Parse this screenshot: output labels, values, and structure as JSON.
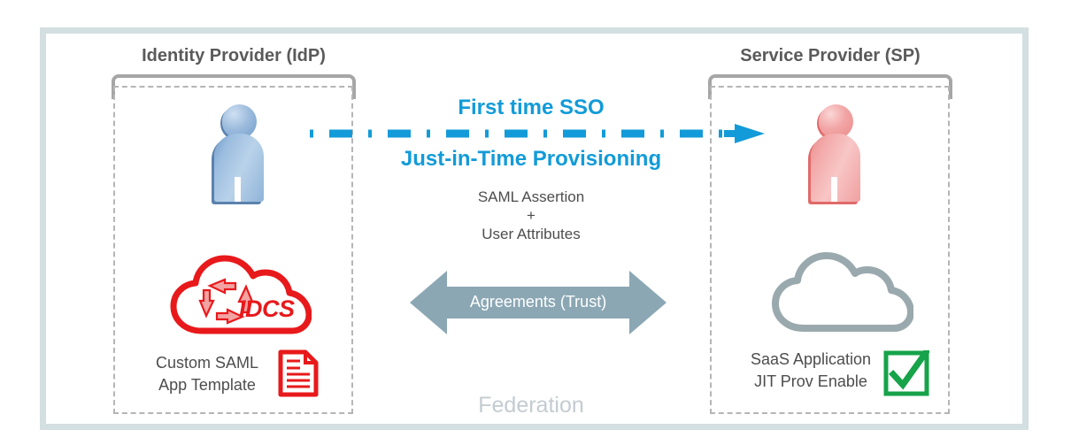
{
  "diagram": {
    "federation_label": "Federation",
    "frame_color": "#d3dfe1"
  },
  "idp": {
    "title": "Identity Provider (IdP)",
    "user_icon": "blue-person-icon",
    "cloud_icon": "idcs-cloud-icon",
    "cloud_label": "IDCS",
    "caption_line1": "Custom SAML",
    "caption_line2": "App Template",
    "doc_icon": "document-icon",
    "accent_color": "#e8191b"
  },
  "sp": {
    "title": "Service Provider (SP)",
    "user_icon": "red-person-icon",
    "cloud_icon": "saas-cloud-icon",
    "caption_line1": "SaaS Application",
    "caption_line2": "JIT Prov Enable",
    "check_icon": "green-checkbox-icon",
    "accent_color": "#16a34a"
  },
  "flow": {
    "sso_label": "First time SSO",
    "jit_label": "Just-in-Time Provisioning",
    "payload_line1": "SAML Assertion",
    "payload_line2": "+",
    "payload_line3": "User Attributes",
    "arrow_icon": "dashed-right-arrow-icon",
    "arrow_color": "#129bd8"
  },
  "trust": {
    "label": "Agreements (Trust)",
    "arrow_icon": "double-headed-arrow-icon",
    "arrow_color": "#8ba7b4"
  }
}
